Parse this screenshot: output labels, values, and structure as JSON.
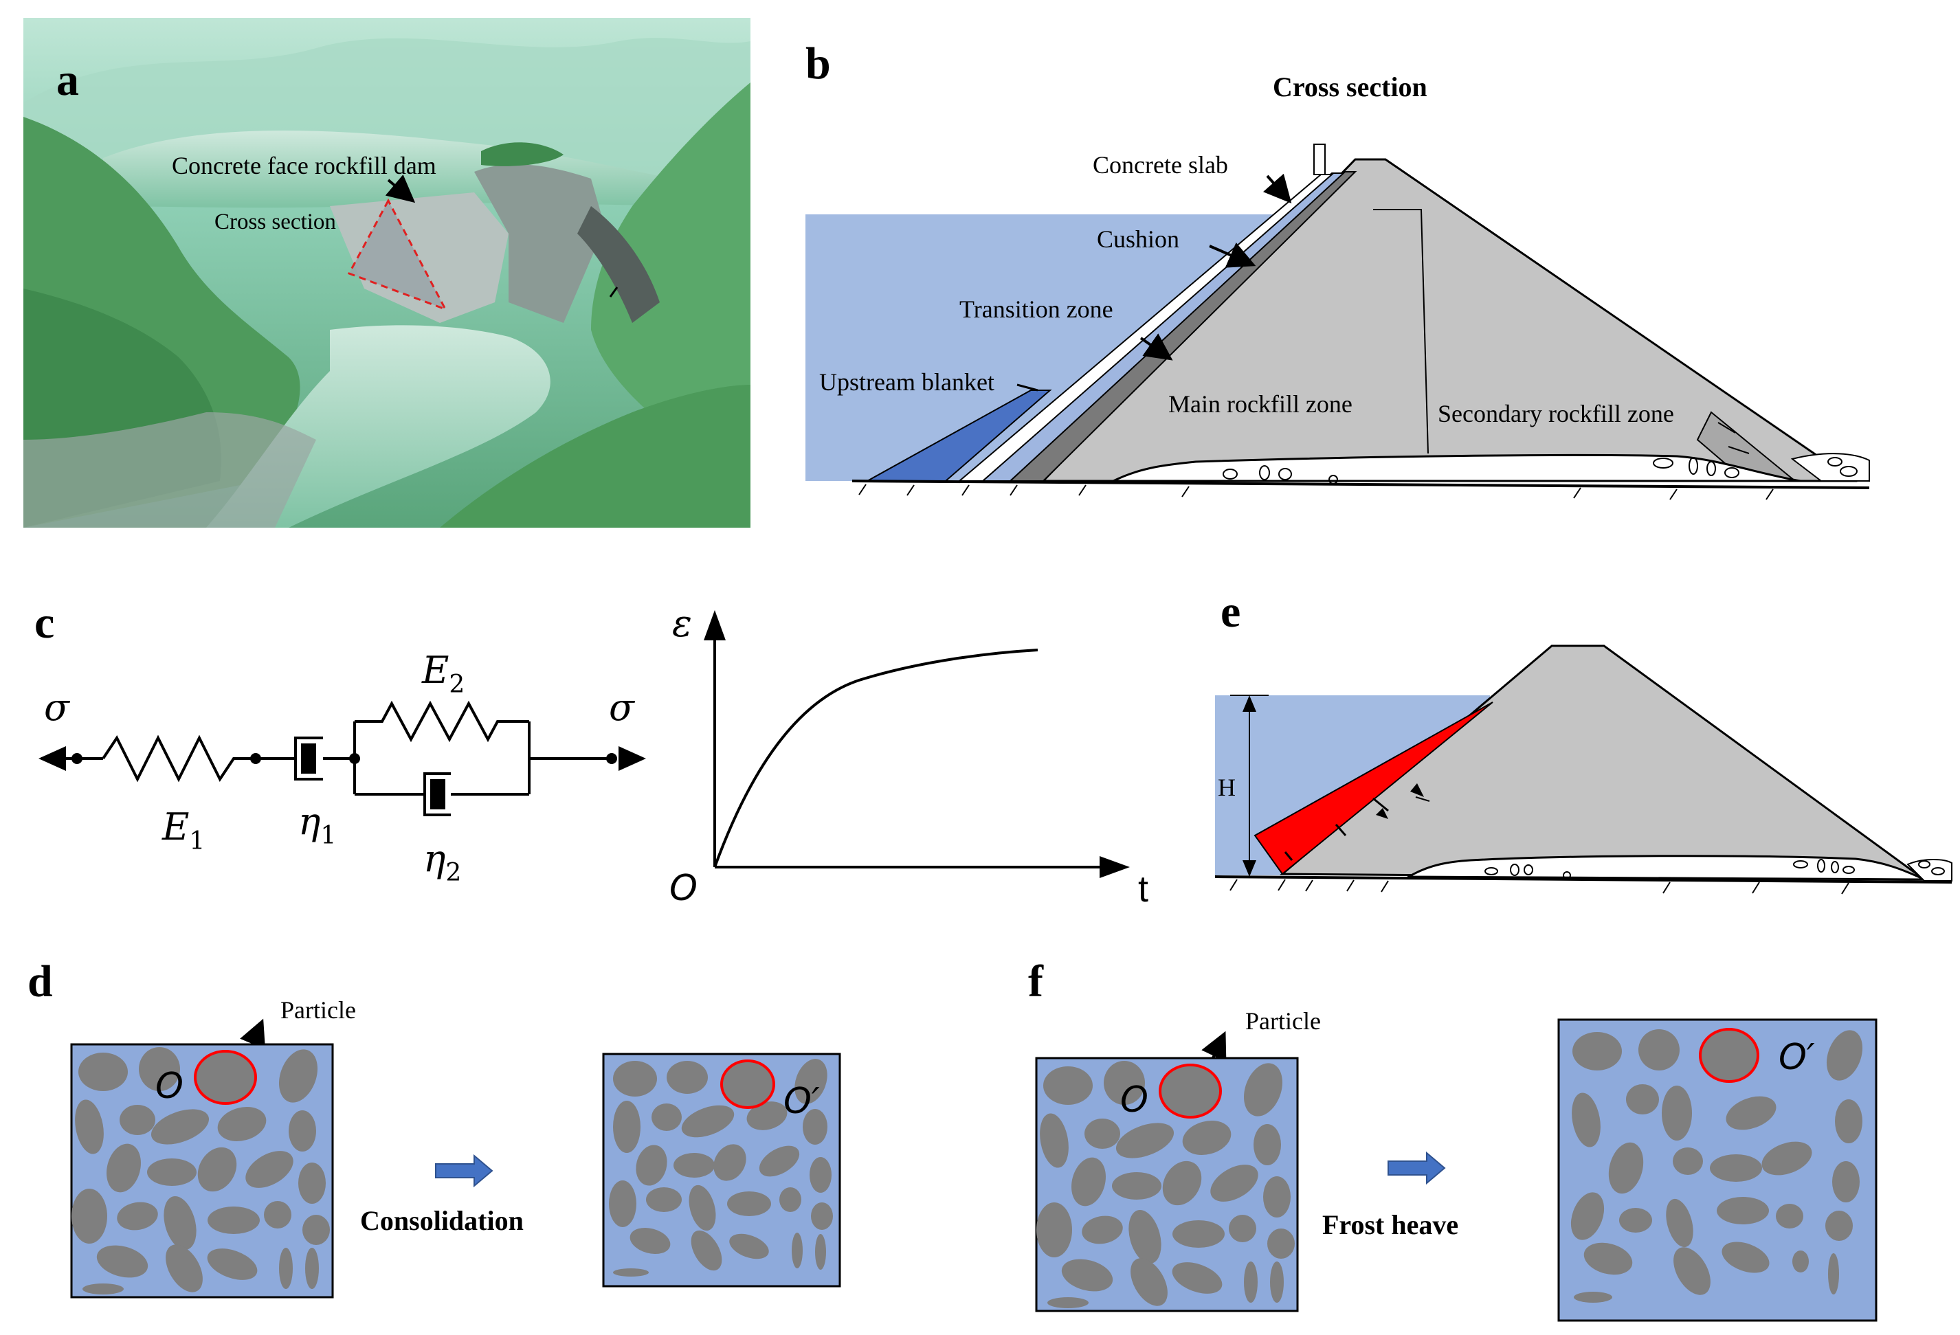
{
  "panels": {
    "a": {
      "letter": "a",
      "label_dam": "Concrete face rockfill dam",
      "label_section": "Cross section"
    },
    "b": {
      "letter": "b",
      "title": "Cross section",
      "labels": {
        "slab": "Concrete slab",
        "cushion": "Cushion",
        "transition": "Transition zone",
        "blanket": "Upstream blanket",
        "main": "Main rockfill zone",
        "secondary": "Secondary rockfill zone"
      }
    },
    "c": {
      "letter": "c",
      "stress_left": "σ",
      "stress_right": "σ",
      "e1": "E",
      "e1_sub": "1",
      "e2": "E",
      "e2_sub": "2",
      "eta1": "η",
      "eta1_sub": "1",
      "eta2": "η",
      "eta2_sub": "2",
      "axis_y": "ε",
      "axis_x": "t",
      "origin": "O"
    },
    "d": {
      "letter": "d",
      "particle_label": "Particle",
      "origin_before": "O",
      "origin_after": "O′",
      "process": "Consolidation"
    },
    "e": {
      "letter": "e",
      "height_label": "H"
    },
    "f": {
      "letter": "f",
      "particle_label": "Particle",
      "origin_before": "O",
      "origin_after": "O′",
      "process": "Frost heave"
    }
  },
  "colors": {
    "water": "#a3bbe2",
    "rockfill": "#c4c4c4",
    "transition": "#7a7a7a",
    "cushion": "#9fb6e0",
    "blanket": "#4a72c4",
    "load": "#ff0000",
    "soil_box": "#8eaadb",
    "particle": "#7f7f7f",
    "highlight": "#ff0000",
    "arrow_blue": "#4472c4"
  }
}
